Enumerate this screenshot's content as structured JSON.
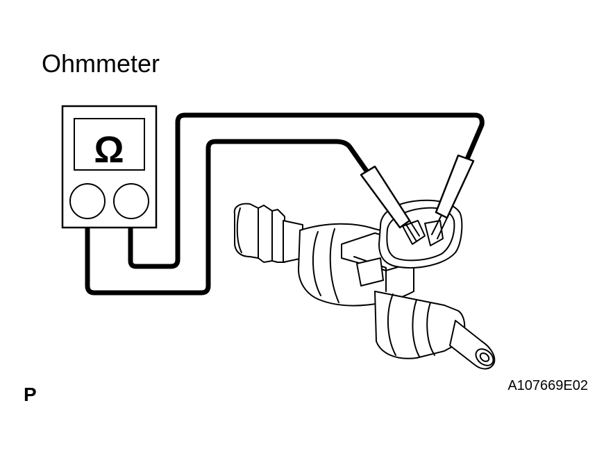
{
  "diagram": {
    "title": "Ohmmeter",
    "meter_symbol": "Ω",
    "corner_mark": "P",
    "figure_code": "A107669E02"
  }
}
